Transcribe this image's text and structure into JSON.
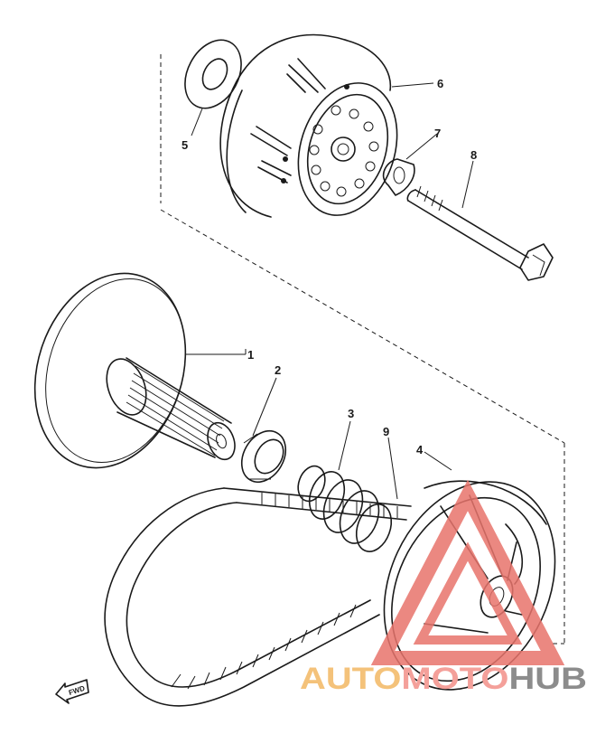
{
  "diagram": {
    "callouts": [
      {
        "number": "1",
        "part": "primary-sheave"
      },
      {
        "number": "2",
        "part": "collar"
      },
      {
        "number": "3",
        "part": "spring"
      },
      {
        "number": "4",
        "part": "secondary-sheave"
      },
      {
        "number": "5",
        "part": "washer"
      },
      {
        "number": "6",
        "part": "clutch-housing"
      },
      {
        "number": "7",
        "part": "lock-washer"
      },
      {
        "number": "8",
        "part": "bolt"
      },
      {
        "number": "9",
        "part": "v-belt"
      }
    ],
    "forward_label": "FWD"
  },
  "watermark": {
    "part1": "AUTO",
    "part2": "MOTO",
    "part3": "HUB",
    "colors": {
      "auto": "#f4c27a",
      "moto": "#f4a09a",
      "hub": "#8c8c8c",
      "triangle": "#e8746c"
    }
  }
}
